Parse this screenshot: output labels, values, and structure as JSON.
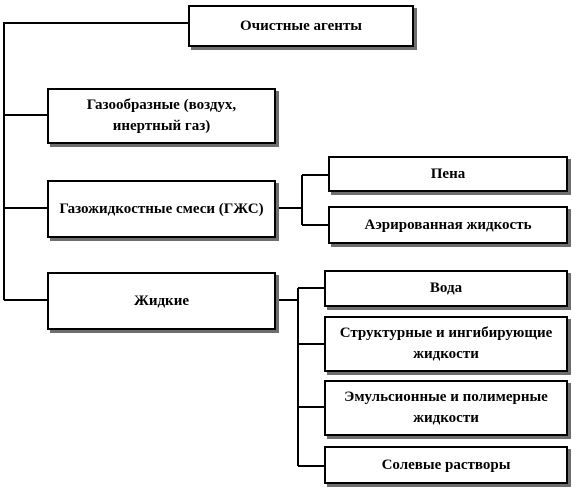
{
  "root": {
    "label": "Очистные агенты"
  },
  "categories": [
    {
      "label": "Газообразные (воздух, инертный газ)"
    },
    {
      "label": "Газожидкостные смеси (ГЖС)"
    },
    {
      "label": "Жидкие"
    }
  ],
  "gas_liquid_subtypes": [
    {
      "label": "Пена"
    },
    {
      "label": "Аэрированная жидкость"
    }
  ],
  "liquid_subtypes": [
    {
      "label": "Вода"
    },
    {
      "label": "Структурные и ингибирующие жидкости"
    },
    {
      "label": "Эмульсионные и полимерные жидкости"
    },
    {
      "label": "Солевые растворы"
    }
  ],
  "colors": {
    "border": "#000000",
    "shadow": "#6e6e6e",
    "background": "#ffffff"
  }
}
